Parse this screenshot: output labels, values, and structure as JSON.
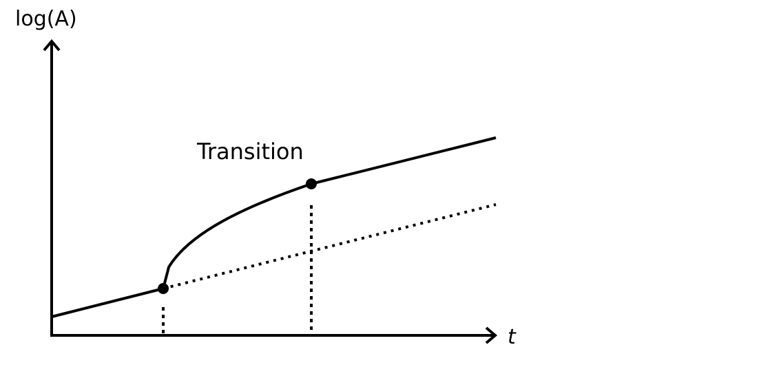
{
  "diagram": {
    "y_axis_label": "log(A)",
    "x_axis_label": "t",
    "annotation": "Transition",
    "line_color": "#000000",
    "background": "#ffffff"
  }
}
